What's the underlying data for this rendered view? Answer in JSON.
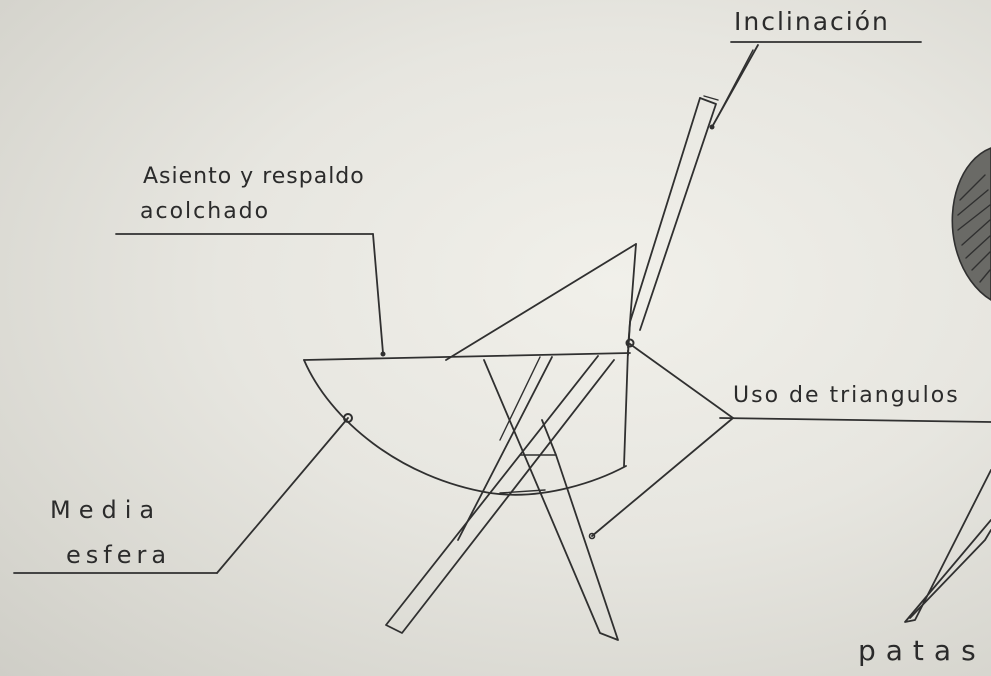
{
  "annotations": {
    "inclinacion": "Inclinación",
    "asiento_line1": "Asiento y respaldo",
    "asiento_line2": "acolchado",
    "triangulos": "Uso de triangulos",
    "media_line1": "Media",
    "media_line2": "esfera",
    "patas": "patas"
  },
  "colors": {
    "paper": "#e9e8e2",
    "ink": "#303030"
  }
}
